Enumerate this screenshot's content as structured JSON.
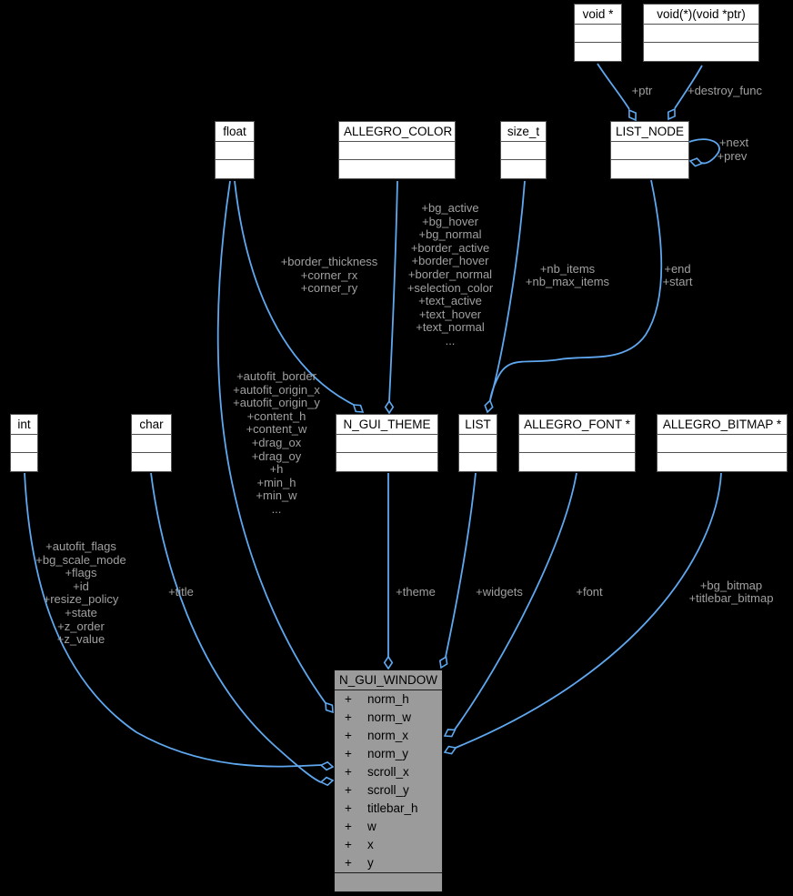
{
  "diagram": {
    "type": "uml-collaboration-graph",
    "colors": {
      "background": "#000000",
      "edge": "#5fa8f0",
      "edge_label": "#a0a0a0",
      "node_bg": "#ffffff",
      "node_border": "#525252",
      "focus_node_bg": "#9b9b9b",
      "focus_node_border": "#0a0a0a"
    },
    "nodes": {
      "void_ptr": {
        "title": "void *"
      },
      "void_fn": {
        "title": "void(*)(void *ptr)"
      },
      "float": {
        "title": "float"
      },
      "allegro_color": {
        "title": "ALLEGRO_COLOR"
      },
      "size_t": {
        "title": "size_t"
      },
      "list_node": {
        "title": "LIST_NODE"
      },
      "int": {
        "title": "int"
      },
      "char": {
        "title": "char"
      },
      "n_gui_theme": {
        "title": "N_GUI_THEME"
      },
      "list": {
        "title": "LIST"
      },
      "allegro_font": {
        "title": "ALLEGRO_FONT *"
      },
      "allegro_bitmap": {
        "title": "ALLEGRO_BITMAP *"
      }
    },
    "window": {
      "title": "N_GUI_WINDOW",
      "attributes": [
        {
          "visibility": "+",
          "name": "norm_h"
        },
        {
          "visibility": "+",
          "name": "norm_w"
        },
        {
          "visibility": "+",
          "name": "norm_x"
        },
        {
          "visibility": "+",
          "name": "norm_y"
        },
        {
          "visibility": "+",
          "name": "scroll_x"
        },
        {
          "visibility": "+",
          "name": "scroll_y"
        },
        {
          "visibility": "+",
          "name": "titlebar_h"
        },
        {
          "visibility": "+",
          "name": "w"
        },
        {
          "visibility": "+",
          "name": "x"
        },
        {
          "visibility": "+",
          "name": "y"
        }
      ]
    },
    "edge_labels": {
      "ptr": "+ptr",
      "destroy_func": "+destroy_func",
      "next": "+next",
      "prev": "+prev",
      "nb_items": "+nb_items",
      "nb_max_items": "+nb_max_items",
      "end": "+end",
      "start": "+start",
      "theme": "+theme",
      "widgets": "+widgets",
      "font": "+font",
      "title": "+title",
      "bg_bitmap": "+bg_bitmap",
      "titlebar_bitmap": "+titlebar_bitmap",
      "color_fields": [
        "+bg_active",
        "+bg_hover",
        "+bg_normal",
        "+border_active",
        "+border_hover",
        "+border_normal",
        "+selection_color",
        "+text_active",
        "+text_hover",
        "+text_normal",
        "..."
      ],
      "float_theme_fields": [
        "+border_thickness",
        "+corner_rx",
        "+corner_ry"
      ],
      "float_window_fields": [
        "+autofit_border",
        "+autofit_origin_x",
        "+autofit_origin_y",
        "+content_h",
        "+content_w",
        "+drag_ox",
        "+drag_oy",
        "+h",
        "+min_h",
        "+min_w",
        "..."
      ],
      "int_window_fields": [
        "+autofit_flags",
        "+bg_scale_mode",
        "+flags",
        "+id",
        "+resize_policy",
        "+state",
        "+z_order",
        "+z_value"
      ]
    }
  }
}
